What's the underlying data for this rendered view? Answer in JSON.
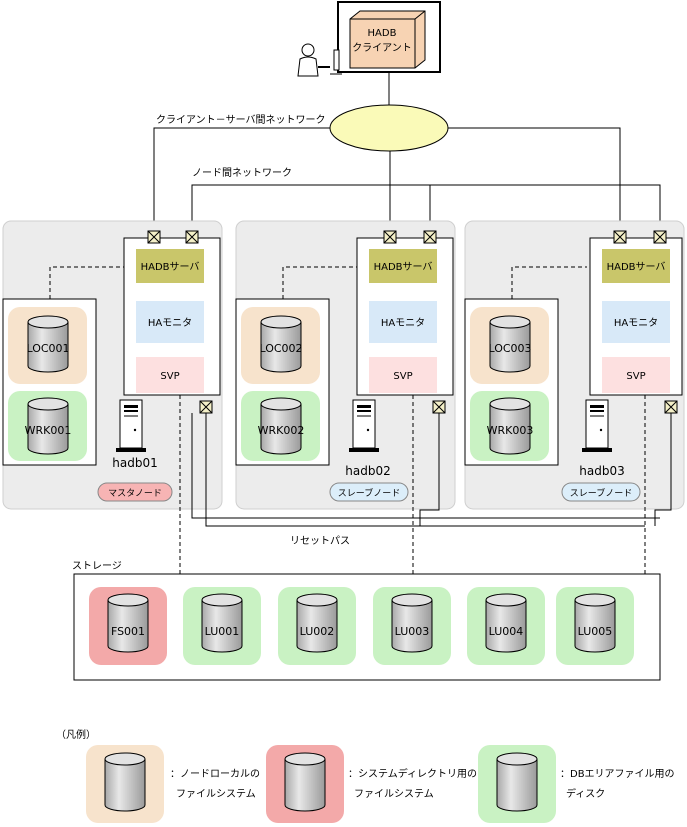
{
  "client": {
    "label_line1": "HADB",
    "label_line2": "クライアント"
  },
  "networks": {
    "client_server": "クライアント－サーバ間ネットワーク",
    "inter_node": "ノード間ネットワーク",
    "reset_path": "リセットパス"
  },
  "nodes": [
    {
      "host": "hadb01",
      "role": "マスタノード",
      "server": "HADBサーバ",
      "monitor": "HAモニタ",
      "svp": "SVP",
      "local_fs": "LOC001",
      "work": "WRK001"
    },
    {
      "host": "hadb02",
      "role": "スレーブノード",
      "server": "HADBサーバ",
      "monitor": "HAモニタ",
      "svp": "SVP",
      "local_fs": "LOC002",
      "work": "WRK002"
    },
    {
      "host": "hadb03",
      "role": "スレーブノード",
      "server": "HADBサーバ",
      "monitor": "HAモニタ",
      "svp": "SVP",
      "local_fs": "LOC003",
      "work": "WRK003"
    }
  ],
  "storage": {
    "label": "ストレージ",
    "disks": [
      "FS001",
      "LU001",
      "LU002",
      "LU003",
      "LU004",
      "LU005"
    ]
  },
  "legend": {
    "title": "（凡例）",
    "items": [
      {
        "line1": "：ノードローカルの",
        "line2": "ファイルシステム"
      },
      {
        "line1": "：システムディレクトリ用の",
        "line2": "ファイルシステム"
      },
      {
        "line1": "：DBエリアファイル用の",
        "line2": "ディスク"
      }
    ]
  },
  "colors": {
    "node_bg": "#ececec",
    "local_fs": "#f7e3cc",
    "system_dir": "#f3a9a9",
    "db_area": "#c9f2c3",
    "server_box": "#c9c66a",
    "monitor_box": "#d8e9f8",
    "svp_box": "#fde0e0",
    "master_badge": "#f7b4b4",
    "slave_badge": "#dceefa",
    "network_oval": "#fafab8",
    "client_box": "#f7d3b3"
  }
}
